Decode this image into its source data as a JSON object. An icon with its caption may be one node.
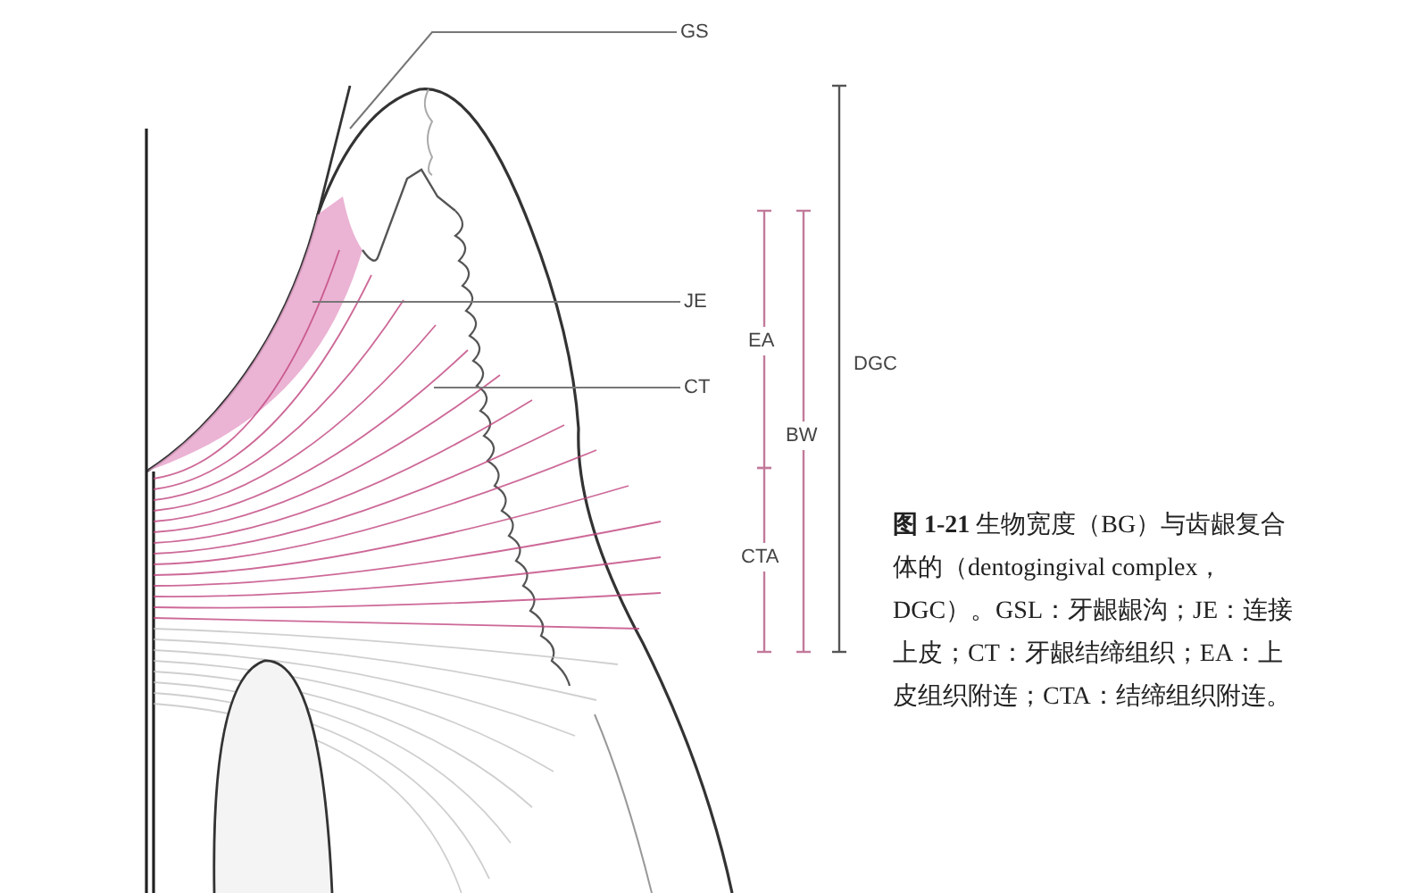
{
  "diagram": {
    "caption": "**图 1-21** 生物宽度（BG）与齿龈复合体的（dentogingival complex，DGC）。GSL：牙龈龈沟；JE：连接上皮；CT：牙龈结缔组织；EA：上皮组织附连；CTA：结缔组织附连。",
    "nodes": [
      {
        "text": [
          "GS"
        ]
      },
      {
        "text": [
          "JE"
        ]
      },
      {
        "text": [
          "CT"
        ]
      }
    ],
    "edges": [
      {
        "from": 0,
        "to": null,
        "arrow": "none"
      },
      {
        "from": 1,
        "to": null,
        "arrow": "none"
      },
      {
        "from": 2,
        "to": null,
        "arrow": "none"
      }
    ],
    "labels": [
      "EA",
      "DGC",
      "BW",
      "CTA"
    ]
  }
}
